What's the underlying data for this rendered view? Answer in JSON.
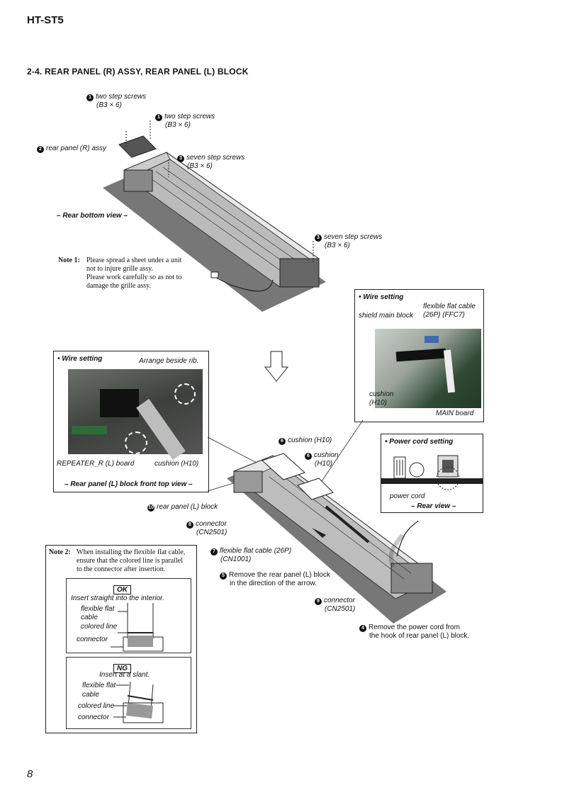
{
  "header": {
    "model": "HT-ST5"
  },
  "section_title": "2-4.   REAR PANEL (R) ASSY, REAR PANEL (L) BLOCK",
  "top_diagram": {
    "labels": [
      {
        "num": "1",
        "text": "two step screws",
        "sub": "(B3 × 6)"
      },
      {
        "num": "1",
        "text": "two step screws",
        "sub": "(B3 × 6)"
      },
      {
        "num": "2",
        "text": "rear panel (R) assy"
      },
      {
        "num": "3",
        "text": "seven step screws",
        "sub": "(B3 × 6)"
      },
      {
        "num": "3",
        "text": "seven step screws",
        "sub": "(B3 × 6)"
      }
    ],
    "view_caption": "– Rear bottom view –"
  },
  "note1": {
    "label": "Note 1:",
    "lines": [
      "Please spread a sheet under a unit",
      "not to injure grille assy.",
      "Please work carefully so as not to",
      "damage the grille assy."
    ]
  },
  "wire_setting_right": {
    "title": "• Wire setting",
    "ffc": "flexible flat cable",
    "ffc_sub": "(26P) (FFC7)",
    "shield": "shield main block",
    "cushion": "cushion",
    "cushion_sub": "(H10)",
    "main_board": "MAIN board"
  },
  "wire_setting_left": {
    "title": "• Wire setting",
    "arrange": "Arrange beside rib.",
    "repeater": "REPEATER_R (L) board",
    "cushion": "cushion (H10)",
    "caption": "– Rear panel (L) block front top view –"
  },
  "power_cord_setting": {
    "title": "• Power cord setting",
    "power_cord": "power cord",
    "caption": "– Rear view –"
  },
  "bottom_diagram": {
    "labels": [
      {
        "num": "6",
        "text": "cushion (H10)"
      },
      {
        "num": "6",
        "text": "cushion",
        "sub": "(H10)"
      },
      {
        "num": "10",
        "text": "rear panel (L) block"
      },
      {
        "num": "8",
        "text": "connector",
        "sub": "(CN2501)"
      },
      {
        "num": "7",
        "text": "flexible flat cable (26P)",
        "sub": "(CN1001)"
      },
      {
        "num": "5",
        "text": "Remove the rear panel (L) block",
        "sub": "in the direction of the arrow."
      },
      {
        "num": "9",
        "text": "connector",
        "sub": "(CN2501)"
      },
      {
        "num": "4",
        "text": "Remove the power cord from",
        "sub": "the hook of rear panel (L) block."
      }
    ]
  },
  "note2": {
    "label": "Note 2:",
    "lines": [
      "When installing the flexible flat cable,",
      "ensure that the colored line is parallel",
      "to the connector after insertion."
    ],
    "ok": {
      "tag": "OK",
      "desc": "Insert straight into the interior.",
      "ffc": "flexible flat",
      "ffc2": "cable",
      "colored": "colored line",
      "connector": "connector"
    },
    "ng": {
      "tag": "NG",
      "desc": "Insert at a slant.",
      "ffc": "flexible flat",
      "ffc2": "cable",
      "colored": "colored line",
      "connector": "connector"
    }
  },
  "footer": {
    "page": "8"
  }
}
